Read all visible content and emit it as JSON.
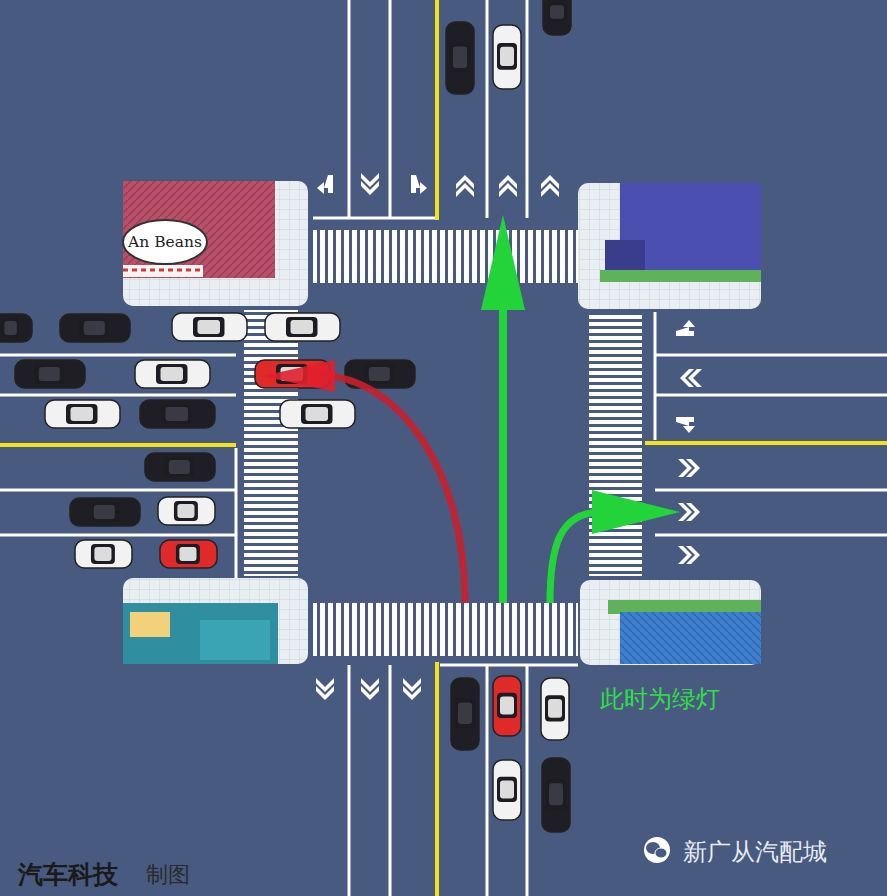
{
  "diagram": {
    "labels": [
      "An Beans",
      "此时为绿灯",
      "新广从汽配城",
      "汽车科技",
      "制图"
    ]
  }
}
